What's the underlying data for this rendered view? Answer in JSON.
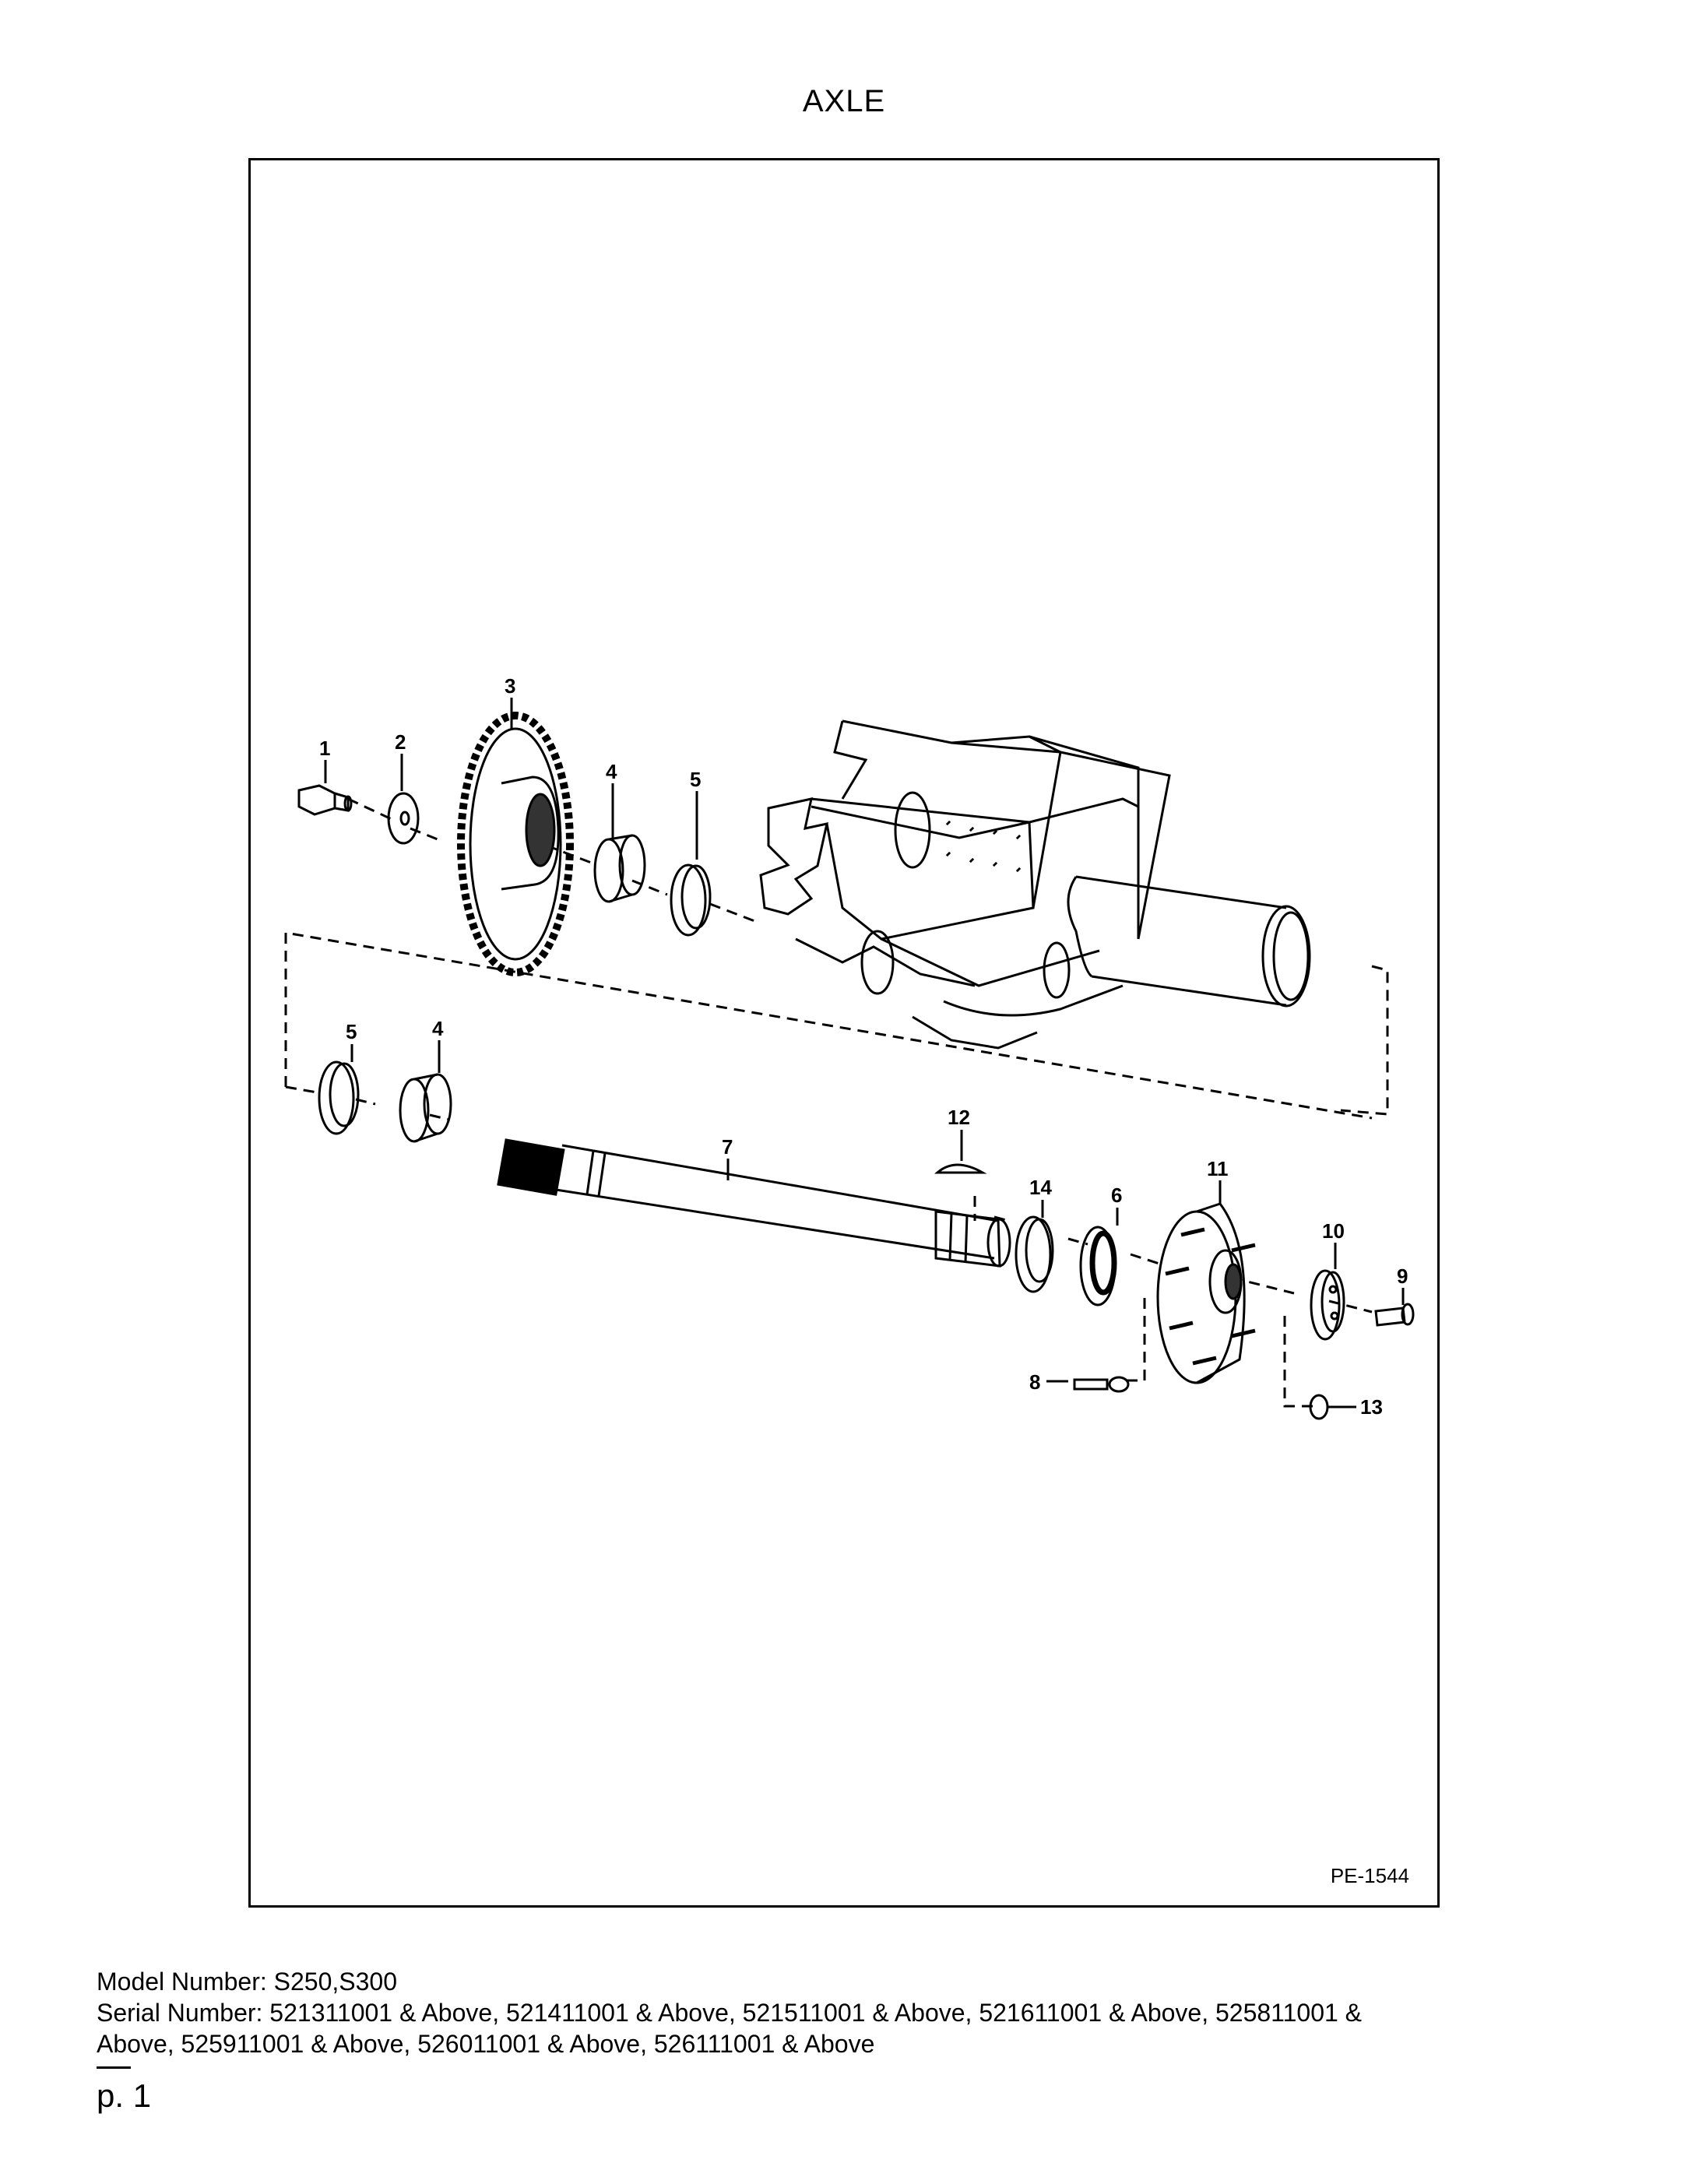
{
  "title": "AXLE",
  "figure_id": "PE-1544",
  "callouts": {
    "c1": "1",
    "c2": "2",
    "c3": "3",
    "c4a": "4",
    "c5a": "5",
    "c5b": "5",
    "c4b": "4",
    "c7": "7",
    "c12": "12",
    "c14": "14",
    "c6": "6",
    "c11": "11",
    "c10": "10",
    "c9": "9",
    "c8": "8",
    "c13": "13"
  },
  "footer": {
    "model_line": "Model Number: S250,S300",
    "serial_line_1": "Serial Number: 521311001 & Above, 521411001 & Above, 521511001 & Above, 521611001 & Above, 525811001 &",
    "serial_line_2": "Above, 525911001 & Above, 526011001 & Above, 526111001 & Above"
  },
  "page_label": "p. 1"
}
